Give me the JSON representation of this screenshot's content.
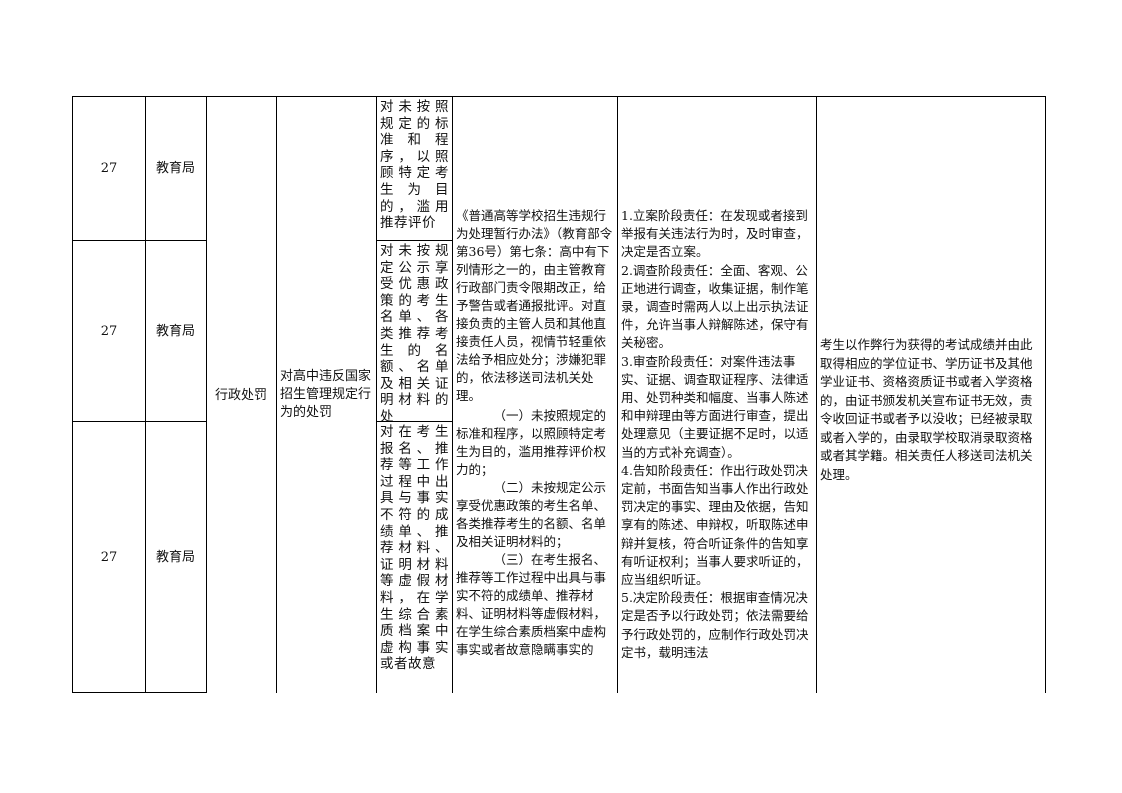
{
  "rows": [
    {
      "no": "27",
      "dept": "教育局",
      "condition": "对未按照规定的标准和程序，以照顾特定考生为目的，滥用推荐评价"
    },
    {
      "no": "27",
      "dept": "教育局",
      "condition": "对未按规定公示享受优惠政策的考生名单、各类推荐考生的名额、名单及相关证明材料的处"
    },
    {
      "no": "27",
      "dept": "教育局",
      "condition": "对在考生报名、推荐等工作过程中出具与事实不符的成绩单、推荐材料、证明材料等虚假材料，在学生综合素质档案中虚构事实或者故意"
    }
  ],
  "category": "行政处罚",
  "item_name": "对高中违反国家招生管理规定行为的处罚",
  "basis": {
    "intro": "《普通高等学校招生违规行为处理暂行办法》（教育部令第36号）第七条：高中有下列情形之一的，由主管教育行政部门责令限期改正，给予警告或者通报批评。对直接负责的主管人员和其他直接责任人员，视情节轻重依法给予相应处分；涉嫌犯罪的，依法移送司法机关处理。",
    "item1": "（一）未按照规定的标准和程序，以照顾特定考生为目的，滥用推荐评价权力的；",
    "item2": "（二）未按规定公示享受优惠政策的考生名单、各类推荐考生的名额、名单及相关证明材料的；",
    "item3": "（三）在考生报名、推荐等工作过程中出具与事实不符的成绩单、推荐材料、证明材料等虚假材料，在学生综合素质档案中虚构事实或者故意隐瞒事实的"
  },
  "responsibilities": [
    "1.立案阶段责任：在发现或者接到举报有关违法行为时，及时审查，决定是否立案。",
    "2.调查阶段责任：全面、客观、公正地进行调查，收集证据，制作笔录，调查时需两人以上出示执法证件，允许当事人辩解陈述，保守有关秘密。",
    "3.审查阶段责任：对案件违法事实、证据、调查取证程序、法律适用、处罚种类和幅度、当事人陈述和申辩理由等方面进行审查，提出处理意见（主要证据不足时，以适当的方式补充调查）。",
    "4.告知阶段责任：作出行政处罚决定前，书面告知当事人作出行政处罚决定的事实、理由及依据，告知享有的陈述、申辩权，听取陈述申辩并复核，符合听证条件的告知享有听证权利；当事人要求听证的，应当组织听证。",
    "5.决定阶段责任：根据审查情况决定是否予以行政处罚；依法需要给予行政处罚的，应制作行政处罚决定书，载明违法"
  ],
  "duty_note": "考生以作弊行为获得的考试成绩并由此取得相应的学位证书、学历证书及其他学业证书、资格资质证书或者入学资格的，由证书颁发机关宣布证书无效，责令收回证书或者予以没收；已经被录取或者入学的，由录取学校取消录取资格或者其学籍。相关责任人移送司法机关处理。"
}
